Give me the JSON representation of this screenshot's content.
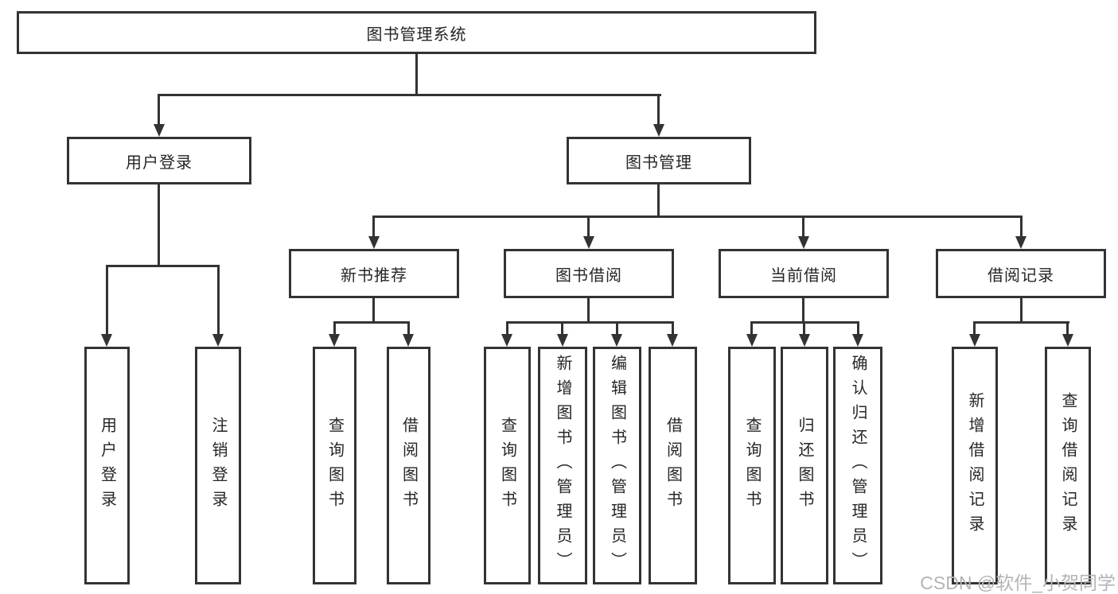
{
  "diagram": {
    "type": "hierarchy-tree",
    "root": {
      "label": "图书管理系统"
    },
    "branches": [
      {
        "id": "user-login",
        "label": "用户登录",
        "children": [
          "用户登录",
          "注销登录"
        ]
      },
      {
        "id": "book-management",
        "label": "图书管理",
        "sub_branches": [
          {
            "id": "new-book-recommend",
            "label": "新书推荐",
            "children": [
              "查询图书",
              "借阅图书"
            ]
          },
          {
            "id": "book-borrow",
            "label": "图书借阅",
            "children": [
              "查询图书",
              "新增图书（管理员）",
              "编辑图书（管理员）",
              "借阅图书"
            ]
          },
          {
            "id": "current-borrow",
            "label": "当前借阅",
            "children": [
              "查询图书",
              "归还图书",
              "确认归还（管理员）"
            ]
          },
          {
            "id": "borrow-record",
            "label": "借阅记录",
            "children": [
              "新增借阅记录",
              "查询借阅记录"
            ]
          }
        ]
      }
    ]
  },
  "watermark": {
    "text": "CSDN @软件_小贺同学"
  },
  "colors": {
    "background": "#ffffff",
    "box_fill": "#ffffff",
    "box_border": "#333333",
    "connector_line": "#333333",
    "text": "#262626",
    "watermark_text": "#b4b4b4"
  }
}
